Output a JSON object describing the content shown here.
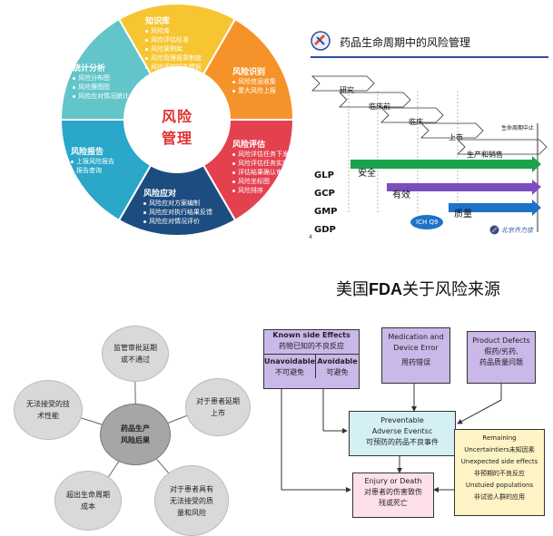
{
  "wheel": {
    "center": [
      "风险",
      "管理"
    ],
    "segments": [
      {
        "title": "知识库",
        "items": [
          "风险库",
          "风险评估标准",
          "风险案例库",
          "风险管理规章制度",
          "风险评估报告模板"
        ]
      },
      {
        "title": "风险识别",
        "items": [
          "风险信息收集",
          "重大风险上报"
        ]
      },
      {
        "title": "风险评估",
        "items": [
          "风险评估任务下发",
          "风险评估任务实施",
          "评估结果确认审核",
          "风险坐标图",
          "风险排序"
        ]
      },
      {
        "title": "风险应对",
        "items": [
          "风险应对方案编制",
          "风险应对执行结果反馈",
          "风险应对情况评价"
        ]
      },
      {
        "title": "风险报告",
        "items": [
          "上报风险报告",
          "报告查询"
        ]
      },
      {
        "title": "统计分析",
        "items": [
          "风险分布图",
          "风险蔟图图",
          "风险应对情况统计"
        ]
      }
    ],
    "colors": [
      "#f7c531",
      "#f5932a",
      "#e4414f",
      "#1d4d80",
      "#2aa7c9",
      "#62c5c9"
    ]
  },
  "lifecycle": {
    "title": "药品生命周期中的风险管理",
    "stages": [
      "研究",
      "临床前",
      "临床",
      "上市",
      "生产和销售"
    ],
    "end_label": "生命周期中止",
    "rows": [
      "GLP",
      "GCP",
      "GMP",
      "GDP"
    ],
    "bars": [
      "安全",
      "有效",
      "质量"
    ],
    "ich": "ICH Q9",
    "brand": "北京齐力佳",
    "page_no": "4"
  },
  "consequences": {
    "center": [
      "药品生产",
      "风险后果"
    ],
    "outer": [
      [
        "监管审批延期",
        "或不通过"
      ],
      [
        "对于患者延期",
        "上市"
      ],
      [
        "对于患者具有",
        "无法接受的质",
        "量和风险"
      ],
      [
        "超出生命周期",
        "成本"
      ],
      [
        "无法接受的技",
        "术性能"
      ]
    ]
  },
  "fda": {
    "title_prefix": "美国",
    "title_bold": "FDA",
    "title_suffix": "关于风险来源",
    "known": {
      "title": "Known side Effects",
      "sub": "药物已知的不良反应",
      "left": [
        "Unavoidable",
        "不可避免"
      ],
      "right": [
        "Avoidable",
        "可避免"
      ]
    },
    "medication": [
      "Medication and",
      "Device Error",
      "用药错误"
    ],
    "product": [
      "Product Defects",
      "假药/劣药,",
      "药品质量问题"
    ],
    "preventable": [
      "Preventable",
      "Adverse Eventsc",
      "可预防的药品不良事件"
    ],
    "remaining": [
      "Remaining",
      "Uncertaintiers未知因素",
      "Unexpected side effects",
      "非预期的不良反应",
      "Unstuied populations",
      "非试验人群的应用"
    ],
    "injury": [
      "Enjury or Death",
      "对患者的伤害致伤",
      "残或死亡"
    ]
  }
}
